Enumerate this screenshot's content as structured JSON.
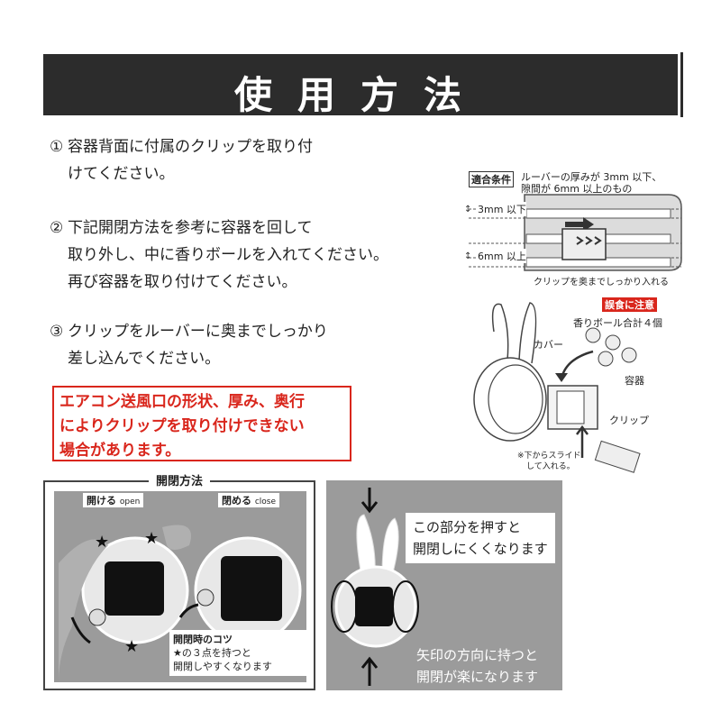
{
  "header": {
    "title": "使用方法"
  },
  "steps": [
    {
      "num": "①",
      "lines": [
        "容器背面に付属のクリップを取り付",
        "けてください。"
      ]
    },
    {
      "num": "②",
      "lines": [
        "下記開閉方法を参考に容器を回して",
        "取り外し、中に香りボールを入れてください。",
        "再び容器を取り付けてください。"
      ]
    },
    {
      "num": "③",
      "lines": [
        "クリップをルーバーに奥までしっかり",
        "差し込んでください。"
      ]
    }
  ],
  "warning": {
    "lines": [
      "エアコン送風口の形状、厚み、奥行",
      "によりクリップを取り付けできない",
      "場合があります。"
    ]
  },
  "diagram_top": {
    "condition_tag": "適合条件",
    "condition_text": [
      "ルーバーの厚みが 3mm 以下、",
      "隙間が 6mm 以上のもの"
    ],
    "thickness_label": "3mm 以下",
    "gap_label": "6mm 以上",
    "clip_caption": "クリップを奥までしっかり入れる"
  },
  "diagram_parts": {
    "caution_badge": "誤食に注意",
    "balls_label": "香りボール合計４個",
    "cover_label": "カバー",
    "container_label": "容器",
    "clip_label": "クリップ",
    "slide_note": [
      "※下からスライド",
      "して入れる。"
    ]
  },
  "open_close": {
    "title": "開閉方法",
    "open_label": "開ける",
    "open_en": "open",
    "close_label": "閉める",
    "close_en": "close",
    "tip_title": "開閉時のコツ",
    "tip_lines": [
      "★の３点を持つと",
      "開閉しやすくなります"
    ]
  },
  "grip_panel": {
    "top_callout": [
      "この部分を押すと",
      "開閉しにくくなります"
    ],
    "bottom_text": [
      "矢印の方向に持つと",
      "開閉が楽になります"
    ]
  },
  "colors": {
    "header_bg": "#2c2c2c",
    "warning": "#d9261c",
    "panel_bg": "#9b9b9b"
  }
}
